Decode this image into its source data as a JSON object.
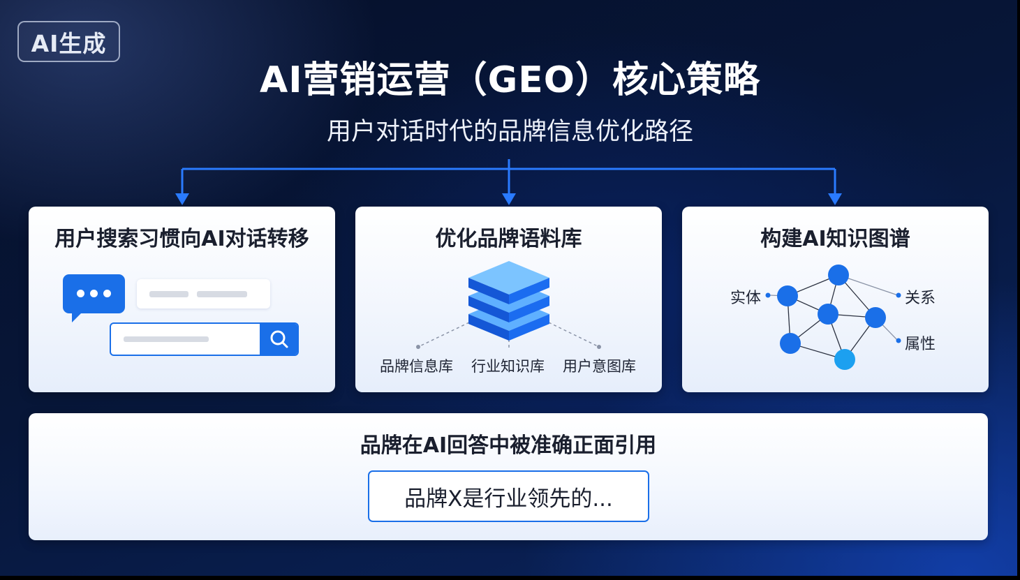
{
  "badge": "AI生成",
  "title": "AI营销运营（GEO）核心策略",
  "subtitle": "用户对话时代的品牌信息优化路径",
  "cards": [
    {
      "title": "用户搜索习惯向AI对话转移"
    },
    {
      "title": "优化品牌语料库",
      "labels": [
        "品牌信息库",
        "行业知识库",
        "用户意图库"
      ]
    },
    {
      "title": "构建AI知识图谱",
      "labels": {
        "entity": "实体",
        "relation": "关系",
        "attribute": "属性"
      }
    }
  ],
  "bottom": {
    "title": "品牌在AI回答中被准确正面引用",
    "quote": "品牌X是行业领先的..."
  },
  "colors": {
    "accent": "#1a6fe8",
    "node_light": "#1ca0f0",
    "arrow": "#2a7bff",
    "background_dark": "#071638"
  },
  "icons": [
    "chat-bubble-icon",
    "search-icon",
    "database-stack-icon",
    "knowledge-graph-icon"
  ]
}
